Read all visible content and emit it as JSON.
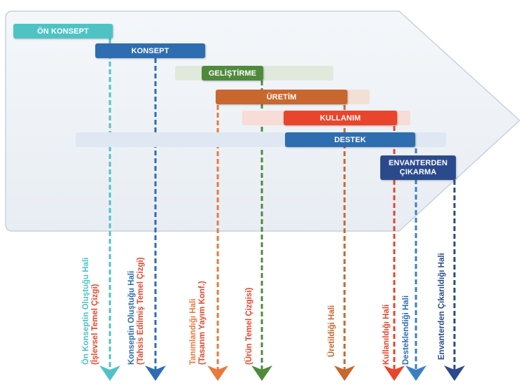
{
  "phases": [
    {
      "id": "on-konsept",
      "label": "ÖN KONSEPT",
      "color": "#4fc3c4"
    },
    {
      "id": "konsept",
      "label": "KONSEPT",
      "color": "#2e6db0"
    },
    {
      "id": "gelistirme",
      "label": "GELİŞTİRME",
      "color": "#4f8a3c",
      "ghost": "#e1e9dc"
    },
    {
      "id": "uretim",
      "label": "ÜRETİM",
      "color": "#c8672e",
      "ghost": "#f3e0d5"
    },
    {
      "id": "kullanim",
      "label": "KULLANIM",
      "color": "#e8452c",
      "ghost": "#f8dcd7"
    },
    {
      "id": "destek",
      "label": "DESTEK",
      "color": "#2e6db0",
      "ghost": "#dfe8f2"
    },
    {
      "id": "envanter",
      "label": "ENVANTERDEN ÇIKARMA",
      "line1": "ENVANTERDEN",
      "line2": "ÇIKARMA",
      "color": "#2a4a8c"
    }
  ],
  "states": [
    {
      "id": "on-konsept",
      "line1": "Ön Konseptin Oluştuğu Hali",
      "line2": "(İşlevsel Temel Çizgi)",
      "color1": "#4fc3c4",
      "color2": "#e8452c"
    },
    {
      "id": "konsept",
      "line1": "Konseptin Oluştuğu Hali",
      "line2": "(Tahsis Edilmiş Temel Çizgi)",
      "color1": "#2e6db0",
      "color2": "#e8452c"
    },
    {
      "id": "tanimlandigi",
      "line1": "Tanımlandığı Hali",
      "line2": "(Tasarım Yayım Konf.)",
      "color1": "#e9793e",
      "color2": "#e8452c"
    },
    {
      "id": "urun",
      "line1": "(Ürün Temel Çizgisi)",
      "color1": "#e8452c"
    },
    {
      "id": "uretildigi",
      "line1": "Üretildiği Hali",
      "color1": "#c8672e"
    },
    {
      "id": "kullanildigi",
      "line1": "Kullanıldığı Hali",
      "color1": "#e8452c"
    },
    {
      "id": "desteklendigi",
      "line1": "Desteklendiği Hali",
      "color1": "#2e6db0"
    },
    {
      "id": "envanter",
      "line1": "Envanterden Çıkarıldığı Hali",
      "color1": "#2a4a8c"
    }
  ],
  "arrows": [
    {
      "id": "on-konsept",
      "color": "#4fc3c4"
    },
    {
      "id": "konsept",
      "color": "#2e6db0"
    },
    {
      "id": "tanimlandigi",
      "color": "#e9793e"
    },
    {
      "id": "urun",
      "color": "#4f8a3c"
    },
    {
      "id": "uretildigi",
      "color": "#c8672e"
    },
    {
      "id": "kullanildigi",
      "color": "#e8452c"
    },
    {
      "id": "desteklendigi",
      "color": "#3a7fc1"
    },
    {
      "id": "envanter",
      "color": "#2a4a8c"
    }
  ],
  "background": {
    "fill": "#eef2f7",
    "stroke": "#c6d1df"
  }
}
